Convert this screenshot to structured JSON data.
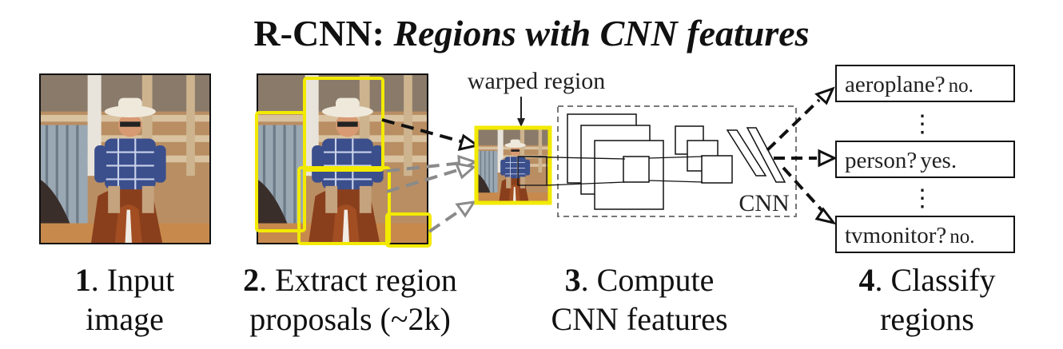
{
  "title": {
    "prefix": "R-CNN:",
    "emphasis": "Regions with CNN features"
  },
  "labels": {
    "warped_region": "warped region",
    "cnn": "CNN"
  },
  "classes": [
    {
      "name": "aeroplane?",
      "answer": "no."
    },
    {
      "name": "person?",
      "answer": "yes."
    },
    {
      "name": "tvmonitor?",
      "answer": "no."
    }
  ],
  "ellipsis": "⋮",
  "steps": [
    {
      "number": "1",
      "line1": ". Input",
      "line2": "image"
    },
    {
      "number": "2",
      "line1": ". Extract region",
      "line2": "proposals (~2k)"
    },
    {
      "number": "3",
      "line1": ". Compute",
      "line2": "CNN features"
    },
    {
      "number": "4",
      "line1": ". Classify",
      "line2": "regions"
    }
  ],
  "colors": {
    "proposal_box": "#f2ea00",
    "arrow_dark": "#111111",
    "arrow_gray": "#8a8a8a",
    "cnn_frame": "#777777"
  }
}
